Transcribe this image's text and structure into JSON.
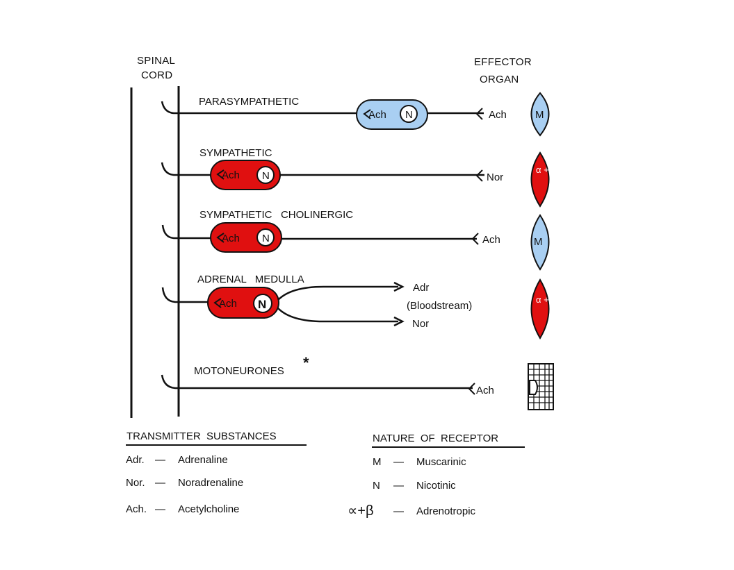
{
  "headers": {
    "spinal_cord": [
      "SPINAL",
      "CORD"
    ],
    "effector_organ": [
      "EFFECTOR",
      "ORGAN"
    ]
  },
  "pathways": [
    {
      "name": "PARASYMPATHETIC",
      "ganglion": {
        "transmitter": "Ach",
        "receptor": "N",
        "color": "#a9cff2"
      },
      "terminal_transmitter": "Ach",
      "effector": {
        "label": "M",
        "color": "#a9cff2"
      }
    },
    {
      "name": "SYMPATHETIC",
      "ganglion": {
        "transmitter": "Ach",
        "receptor": "N",
        "color": "#e01010"
      },
      "terminal_transmitter": "Nor",
      "effector": {
        "label": "α + β",
        "color": "#e01010"
      }
    },
    {
      "name": "SYMPATHETIC   CHOLINERGIC",
      "ganglion": {
        "transmitter": "Ach",
        "receptor": "N",
        "color": "#e01010"
      },
      "terminal_transmitter": "Ach",
      "effector": {
        "label": "M",
        "color": "#a9cff2"
      }
    },
    {
      "name": "ADRENAL   MEDULLA",
      "ganglion": {
        "transmitter": "Ach",
        "receptor": "N",
        "color": "#e01010"
      },
      "outputs": [
        "Adr",
        "(Bloodstream)",
        "Nor"
      ],
      "effector": {
        "label": "α + β",
        "color": "#e01010"
      }
    },
    {
      "name": "MOTONEURONES",
      "asterisk": "*",
      "terminal_transmitter": "Ach",
      "effector": {
        "label": "skeletal-muscle"
      }
    }
  ],
  "legend_transmitters": {
    "title": "TRANSMITTER  SUBSTANCES",
    "items": [
      {
        "abbr": "Adr.",
        "dash": "—",
        "name": "Adrenaline"
      },
      {
        "abbr": "Nor.",
        "dash": "—",
        "name": "Noradrenaline"
      },
      {
        "abbr": "Ach.",
        "dash": "—",
        "name": "Acetylcholine"
      }
    ]
  },
  "legend_receptors": {
    "title": "NATURE  OF  RECEPTOR",
    "items": [
      {
        "abbr": "M",
        "dash": "—",
        "name": "Muscarinic"
      },
      {
        "abbr": "N",
        "dash": "—",
        "name": "Nicotinic"
      },
      {
        "abbr": "∝+β",
        "dash": "—",
        "name": "Adrenotropic"
      }
    ]
  },
  "colors": {
    "red": "#e01010",
    "blue": "#a9cff2",
    "ink": "#111111"
  }
}
